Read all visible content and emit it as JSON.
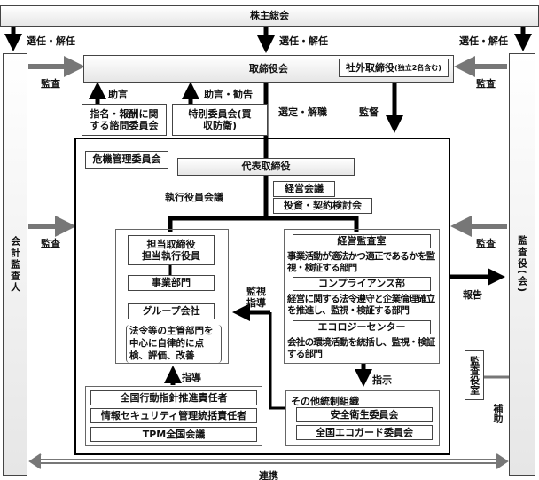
{
  "shareholders": "株主総会",
  "elect_label": "選任・解任",
  "auditor_external": "会計監査人",
  "audit_board": "監査役(会)",
  "audit_label": "監査",
  "board": "取締役会",
  "outside_directors": "社外取締役",
  "outside_directors_note": "(独立2名含む)",
  "advice": "助言",
  "advice_recommend": "助言・勧告",
  "nomination_committee": "指名・報酬に関する諮問委員会",
  "special_committee": "特別委員会(買収防衛)",
  "appoint_dismiss": "選定・解職",
  "supervise": "監督",
  "risk_committee": "危機管理委員会",
  "representative": "代表取締役",
  "exec_officer_meeting": "執行役員会議",
  "management_meeting": "経営会議",
  "investment_review": "投資・契約検討会",
  "left_unit": {
    "head": "担当取締役\n担当執行役員",
    "business": "事業部門",
    "group": "グループ会社",
    "note": "法令等の主管部門を中心に自律的に点検、評価、改善"
  },
  "right_unit": {
    "audit_office": "経営監査室",
    "audit_desc": "事業活動が適法かつ適正であるかを監視・検証する部門",
    "compliance": "コンプライアンス部",
    "compliance_desc": "経営に関する法令遵守と企業倫理確立を推進し、監視・検証する部門",
    "ecology": "エコロジーセンター",
    "ecology_desc": "会社の環境活動を統括し、監視・検証する部門"
  },
  "monitor_guide": "監視\n指導",
  "instruct": "指示",
  "guide": "指導",
  "report": "報告",
  "bottom_left": [
    "全国行動指針推進責任者",
    "情報セキュリティ管理統括責任者",
    "TPM全国会議"
  ],
  "other_control": {
    "title": "その他統制組織",
    "items": [
      "安全衛生委員会",
      "全国エコガード委員会"
    ]
  },
  "audit_staff": "監査役室",
  "assist": "補助",
  "cooperation": "連携"
}
